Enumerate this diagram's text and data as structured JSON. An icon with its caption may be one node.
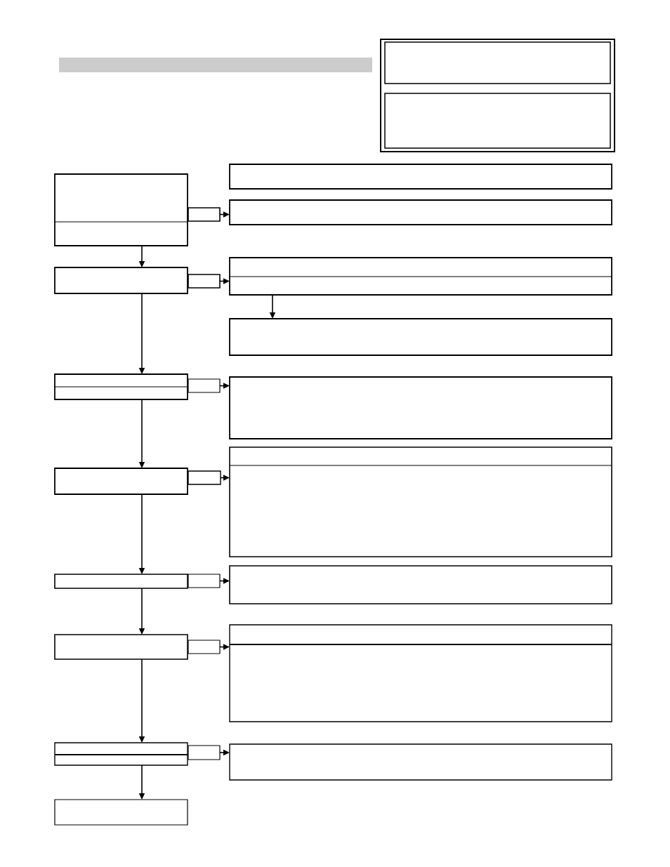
{
  "diagram": {
    "nodes": [
      {
        "text": [],
        "shape": "bar"
      },
      {
        "text": [],
        "shape": "box"
      },
      {
        "text": [],
        "shape": "box",
        "in": 1
      },
      {
        "text": [],
        "shape": "box",
        "in": 1
      },
      {
        "text": [],
        "shape": "box"
      },
      {
        "text": [],
        "shape": "box"
      },
      {
        "text": [],
        "shape": "box"
      },
      {
        "text": [],
        "shape": "box"
      },
      {
        "text": [],
        "shape": "box"
      },
      {
        "text": [],
        "shape": "box"
      },
      {
        "text": [],
        "shape": "box"
      },
      {
        "text": [],
        "shape": "box"
      },
      {
        "text": [],
        "shape": "box"
      },
      {
        "text": [],
        "shape": "box"
      },
      {
        "text": [],
        "shape": "box"
      },
      {
        "text": [],
        "shape": "box"
      },
      {
        "text": [],
        "shape": "box"
      },
      {
        "text": [],
        "shape": "box"
      },
      {
        "text": [],
        "shape": "box"
      },
      {
        "text": [],
        "shape": "box"
      },
      {
        "text": [],
        "shape": "box"
      },
      {
        "text": [],
        "shape": "box"
      },
      {
        "text": [],
        "shape": "box"
      },
      {
        "text": [],
        "shape": "box"
      },
      {
        "text": [],
        "shape": "box"
      },
      {
        "text": [],
        "shape": "box"
      },
      {
        "text": [],
        "shape": "box"
      },
      {
        "text": [],
        "shape": "box"
      }
    ],
    "edges": [
      {
        "from": 5,
        "to": 7,
        "arrow": "to"
      },
      {
        "from": 4,
        "to": 8,
        "arrow": "to"
      },
      {
        "from": 9,
        "to": 10,
        "arrow": "to"
      },
      {
        "from": 10,
        "to": 11,
        "arrow": "to"
      },
      {
        "from": 8,
        "to": 12,
        "arrow": "to"
      },
      {
        "from": 13,
        "to": 14,
        "arrow": "to"
      },
      {
        "from": 12,
        "to": 15,
        "arrow": "to"
      },
      {
        "from": 16,
        "to": 17,
        "arrow": "to"
      },
      {
        "from": 15,
        "to": 18,
        "arrow": "to"
      },
      {
        "from": 19,
        "to": 20,
        "arrow": "to"
      },
      {
        "from": 18,
        "to": 21,
        "arrow": "to"
      },
      {
        "from": 22,
        "to": 23,
        "arrow": "to"
      },
      {
        "from": 21,
        "to": 24,
        "arrow": "to"
      },
      {
        "from": 25,
        "to": 26,
        "arrow": "to"
      },
      {
        "from": 24,
        "to": 27,
        "arrow": "to"
      }
    ]
  }
}
